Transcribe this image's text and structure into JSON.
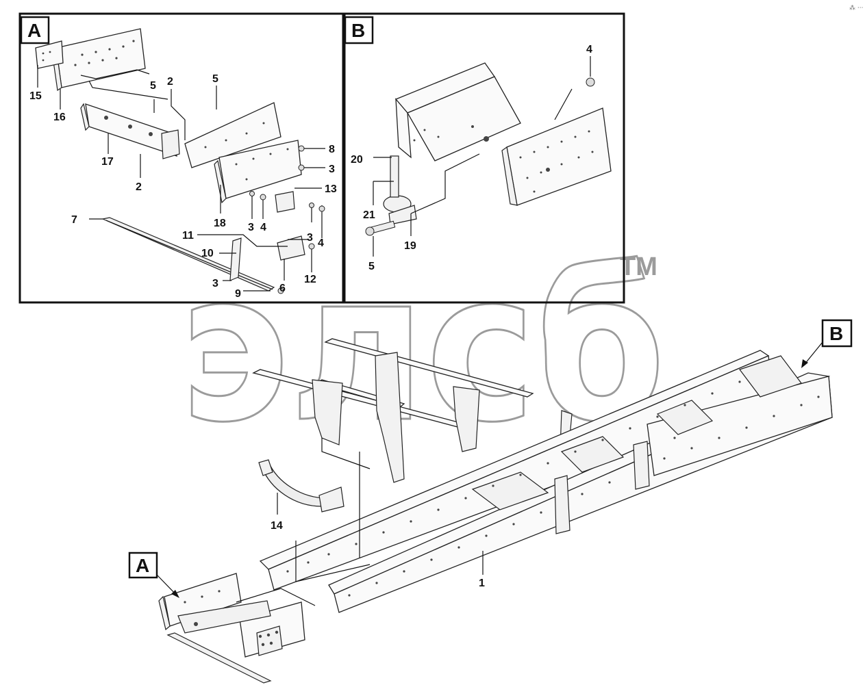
{
  "corner_mark": "⁂ ···",
  "watermark": {
    "text": "элсб",
    "tm": "TM"
  },
  "detail_boxes": [
    {
      "id": "A",
      "label": "A"
    },
    {
      "id": "B",
      "label": "B"
    }
  ],
  "callouts_main": {
    "A": "A",
    "B": "B"
  },
  "part_numbers": {
    "n1": "1",
    "n2a": "2",
    "n2b": "2",
    "n3a": "3",
    "n3b": "3",
    "n3c": "3",
    "n3d": "3",
    "n4a": "4",
    "n4b": "4",
    "n4c": "4",
    "n5a": "5",
    "n5b": "5",
    "n5c": "5",
    "n6": "6",
    "n7": "7",
    "n8": "8",
    "n9": "9",
    "n10": "10",
    "n11": "11",
    "n12": "12",
    "n13": "13",
    "n14": "14",
    "n15": "15",
    "n16": "16",
    "n17": "17",
    "n18": "18",
    "n19": "19",
    "n20": "20",
    "n21": "21"
  }
}
